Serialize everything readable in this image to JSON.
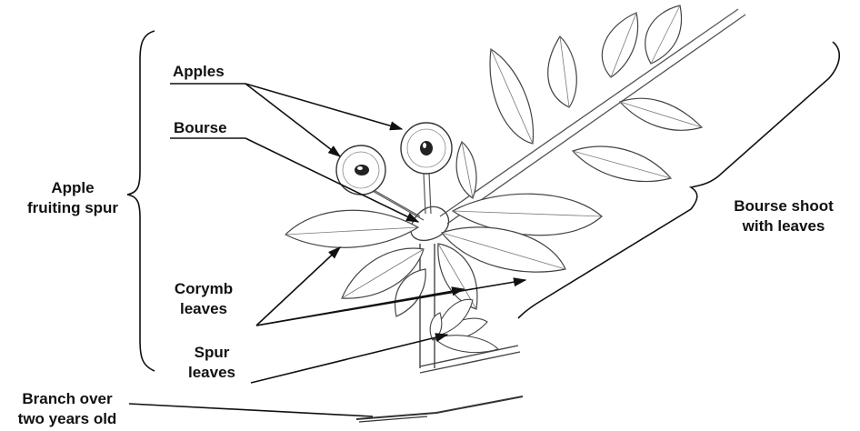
{
  "labels": {
    "apples": "Apples",
    "bourse": "Bourse",
    "fruiting_spur": [
      "Apple",
      "fruiting spur"
    ],
    "corymb_leaves": [
      "Corymb",
      "leaves"
    ],
    "spur_leaves": [
      "Spur",
      "leaves"
    ],
    "branch": [
      "Branch over",
      "two years old"
    ],
    "bourse_shoot": [
      "Bourse shoot",
      "with leaves"
    ]
  }
}
